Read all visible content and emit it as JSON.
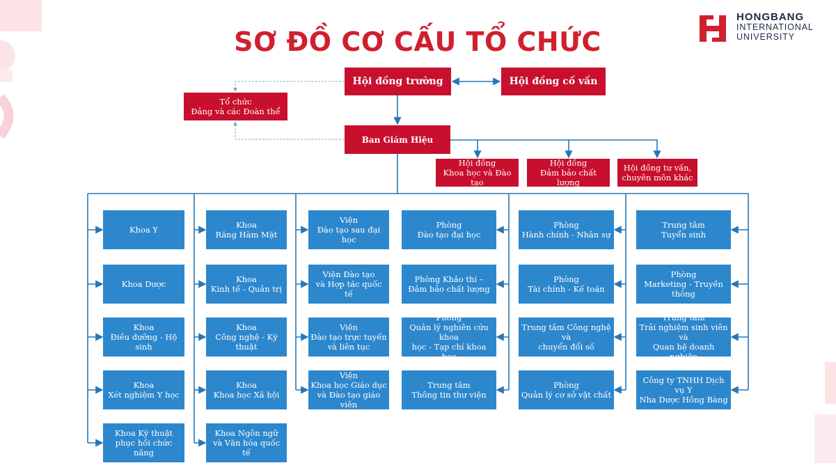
{
  "title": "SƠ ĐỒ CƠ CẤU TỔ CHỨC",
  "logo": {
    "line1": "HONGBANG",
    "line2": "INTERNATIONAL",
    "line3": "UNIVERSITY"
  },
  "colors": {
    "red": "#c8102e",
    "blue": "#2d87cd",
    "line": "#2577b8",
    "title": "#d0202e"
  },
  "top": {
    "council": "Hội đồng trường",
    "advisory": "Hội đồng cố vấn",
    "party": "Tổ chức\nĐảng và các Đoàn thể",
    "board": "Ban Giám Hiệu",
    "sub_councils": [
      "Hội đồng\nKhoa học và Đào tạo",
      "Hội đồng\nĐảm bảo chất lượng",
      "Hội đồng tư vấn,\nchuyên môn khác"
    ]
  },
  "columns": [
    [
      "Khoa Y",
      "Khoa Dược",
      "Khoa\nĐiều dưỡng - Hộ sinh",
      "Khoa\nXét nghiệm Y học",
      "Khoa Kỹ thuật\nphục hồi chức năng"
    ],
    [
      "Khoa\nRăng Hàm Mặt",
      "Khoa\nKinh tế - Quản trị",
      "Khoa\nCông nghệ - Kỹ thuật",
      "Khoa\nKhoa học Xã hội",
      "Khoa Ngôn ngữ\nvà Văn hóa quốc tế"
    ],
    [
      "Viện\nĐào tạo sau đại học",
      "Viện Đào tạo\nvà Hợp tác quốc tế",
      "Viện\nĐào tạo trực tuyến\nvà liên tục",
      "Viện\nKhoa học Giáo dục\nvà Đào tạo giáo viên"
    ],
    [
      "Phòng\nĐào tạo đại học",
      "Phòng Khảo thí –\nĐảm bảo chất lượng",
      "Phòng\nQuản lý nghiên cứu khoa\nhọc - Tạp chí khoa học",
      "Trung tâm\nThông tin thư viện"
    ],
    [
      "Phòng\nHành chính - Nhân sự",
      "Phòng\nTài chính - Kế toán",
      "Trung tâm Công nghệ và\nchuyển đổi số",
      "Phòng\nQuản lý cơ sở vật chất"
    ],
    [
      "Trung tâm\nTuyển sinh",
      "Phòng\nMarketing - Truyền thông",
      "Trung tâm\nTrải nghiệm sinh viên và\nQuan hệ doanh nghiệp",
      "Công ty TNHH Dịch vụ Y\nNha Dược Hồng Bàng"
    ]
  ]
}
